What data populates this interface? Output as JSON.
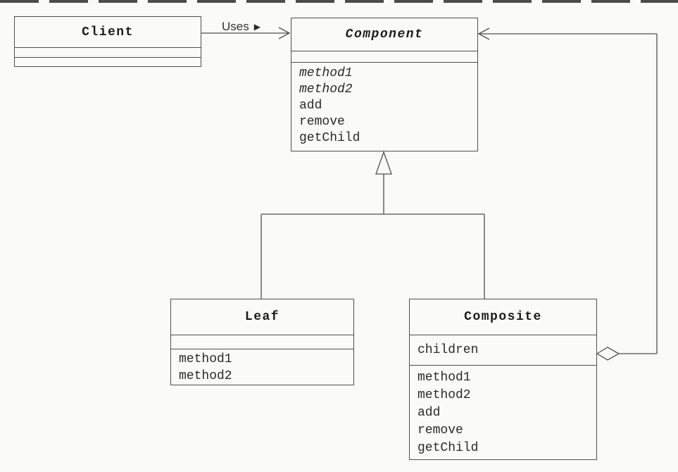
{
  "labels": {
    "uses": "Uses",
    "uses_marker": "▶"
  },
  "classes": {
    "client": {
      "name": "Client",
      "attributes": [],
      "methods": []
    },
    "component": {
      "name": "Component",
      "abstract": true,
      "attributes": [],
      "methods": [
        "method1",
        "method2",
        "add",
        "remove",
        "getChild"
      ],
      "abstract_methods": [
        "method1",
        "method2"
      ]
    },
    "leaf": {
      "name": "Leaf",
      "attributes": [],
      "methods": [
        "method1",
        "method2"
      ]
    },
    "composite": {
      "name": "Composite",
      "attributes": [
        "children"
      ],
      "methods": [
        "method1",
        "method2",
        "add",
        "remove",
        "getChild"
      ]
    }
  },
  "relationships": [
    {
      "type": "association",
      "from": "Client",
      "to": "Component",
      "label": "Uses"
    },
    {
      "type": "generalization",
      "from": "Leaf",
      "to": "Component"
    },
    {
      "type": "generalization",
      "from": "Composite",
      "to": "Component"
    },
    {
      "type": "aggregation",
      "from": "Composite",
      "to": "Component",
      "via": "children"
    }
  ],
  "colors": {
    "line": "#4f4f4f",
    "text": "#222222",
    "background": "#fafaf8"
  }
}
